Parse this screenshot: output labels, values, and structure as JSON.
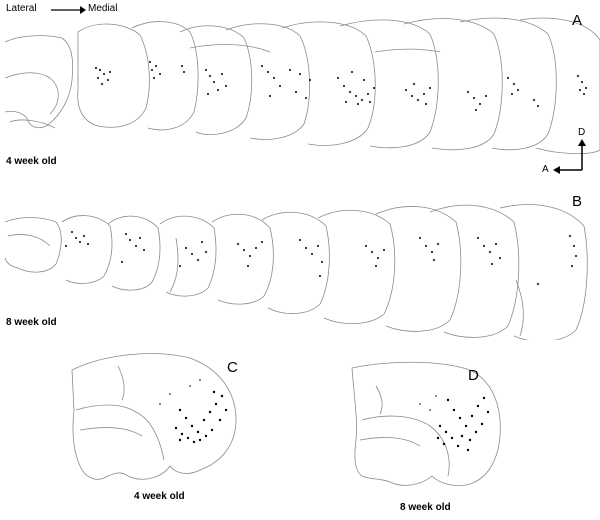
{
  "orientation": {
    "from_label": "Lateral",
    "to_label": "Medial"
  },
  "panels": {
    "A": {
      "letter": "A",
      "age": "4 week old"
    },
    "B": {
      "letter": "B",
      "age": "8 week old"
    },
    "C": {
      "letter": "C",
      "age": "4 week old"
    },
    "D": {
      "letter": "D",
      "age": "8 week old"
    }
  },
  "axis": {
    "dorsal_label": "D",
    "anterior_label": "A"
  },
  "colors": {
    "outline": "#8a8a8a",
    "dots": "#000000"
  }
}
